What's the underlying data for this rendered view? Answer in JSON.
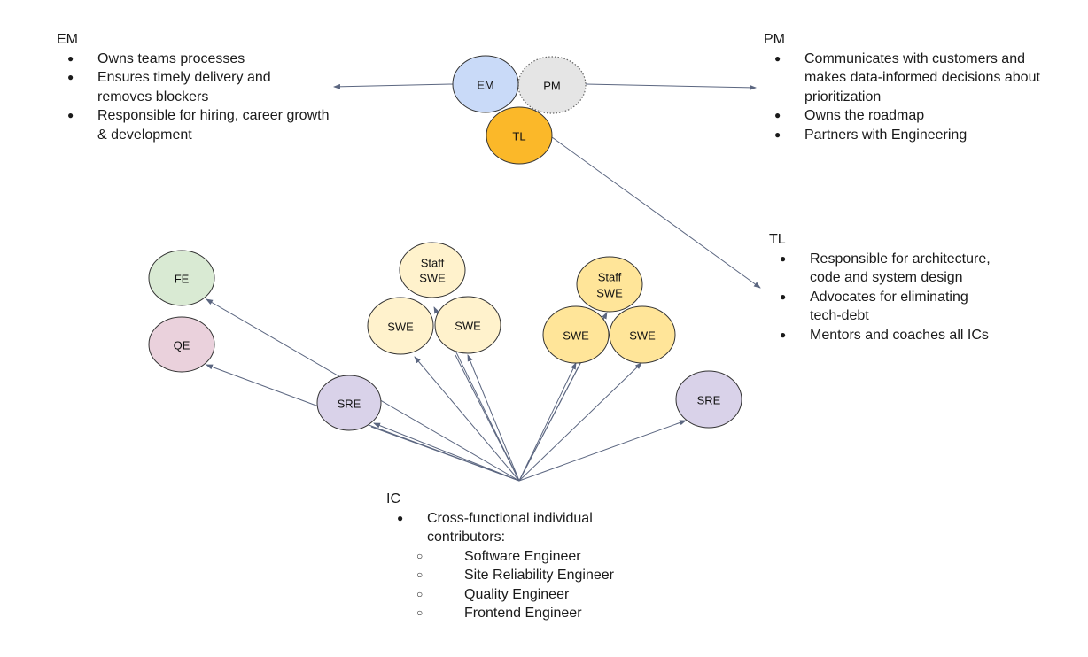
{
  "nodes": {
    "em": {
      "label": "EM",
      "fill": "#c9daf8",
      "stroke": "#333333"
    },
    "pm": {
      "label": "PM",
      "fill": "#e5e5e5",
      "stroke": "#666666",
      "style": "dotted"
    },
    "tl": {
      "label": "TL",
      "fill": "#fbb829",
      "stroke": "#333333"
    },
    "fe": {
      "label": "FE",
      "fill": "#d9ead3",
      "stroke": "#333333"
    },
    "qe": {
      "label": "QE",
      "fill": "#ead1dc",
      "stroke": "#333333"
    },
    "sre_left": {
      "label": "SRE",
      "fill": "#d9d2e9",
      "stroke": "#333333"
    },
    "sre_right": {
      "label": "SRE",
      "fill": "#d9d2e9",
      "stroke": "#333333"
    },
    "staff_swe_a": {
      "label_line1": "Staff",
      "label_line2": "SWE",
      "fill": "#fff2cc",
      "stroke": "#333333"
    },
    "swe_a1": {
      "label": "SWE",
      "fill": "#fff2cc",
      "stroke": "#333333"
    },
    "swe_a2": {
      "label": "SWE",
      "fill": "#fff2cc",
      "stroke": "#333333"
    },
    "staff_swe_b": {
      "label_line1": "Staff",
      "label_line2": "SWE",
      "fill": "#ffe599",
      "stroke": "#333333"
    },
    "swe_b1": {
      "label": "SWE",
      "fill": "#ffe599",
      "stroke": "#333333"
    },
    "swe_b2": {
      "label": "SWE",
      "fill": "#ffe599",
      "stroke": "#333333"
    }
  },
  "connector_color": "#5b6680",
  "em_block": {
    "title": "EM",
    "items": [
      "Owns teams processes",
      "Ensures timely delivery and removes blockers",
      "Responsible for hiring, career growth & development"
    ]
  },
  "pm_block": {
    "title": "PM",
    "items": [
      "Communicates with customers and makes data-informed decisions about prioritization",
      "Owns the roadmap",
      "Partners with Engineering"
    ]
  },
  "tl_block": {
    "title": "TL",
    "items": [
      "Responsible for architecture, code and system design",
      "Advocates for eliminating tech-debt",
      "Mentors and coaches all ICs"
    ]
  },
  "ic_block": {
    "title": "IC",
    "item": "Cross-functional individual contributors:",
    "sub_items": [
      "Software Engineer",
      "Site Reliability Engineer",
      "Quality Engineer",
      "Frontend Engineer"
    ]
  }
}
